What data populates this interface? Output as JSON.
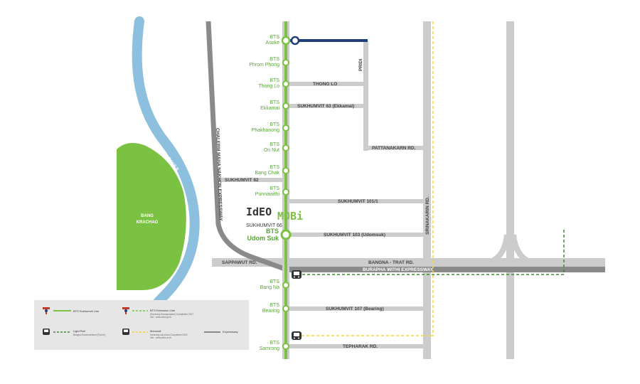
{
  "colors": {
    "bts": "#7cc242",
    "road": "#cccccc",
    "expressway": "#8a8a8a",
    "river": "#8cc0de",
    "park": "#7cc242",
    "mrt_yellow": "#f5d63a",
    "light_rail": "#3d8b2e",
    "blue_line": "#1f3e7a"
  },
  "stations": [
    {
      "line1": "BTS",
      "line2": "Asoke"
    },
    {
      "line1": "BTS",
      "line2": "Phrom Phong"
    },
    {
      "line1": "BTS",
      "line2": "Thong Lo"
    },
    {
      "line1": "BTS",
      "line2": "Ekkamai"
    },
    {
      "line1": "BTS",
      "line2": "Phakhanong"
    },
    {
      "line1": "BTS",
      "line2": "On Nut"
    },
    {
      "line1": "BTS",
      "line2": "Bang Chak"
    },
    {
      "line1": "BTS",
      "line2": "Punnawithi"
    },
    {
      "line1": "BTS",
      "line2": "Udom Suk"
    },
    {
      "line1": "BTS",
      "line2": "Bang Na"
    },
    {
      "line1": "BTS",
      "line2": "Bearing"
    },
    {
      "line1": "BTS",
      "line2": "Samrong"
    }
  ],
  "roads": {
    "thong_lo": "THONG LO",
    "sukhumvit63": "SUKHUMVIT 63 (Ekkamai)",
    "pridi": "PRIDI",
    "pattanakarn": "PATTANAKARN RD.",
    "sukhumvit62": "SUKHUMVIT 62",
    "sukhumvit101": "SUKHUMVIT 101/1",
    "sukhumvit103": "SUKHUMVIT 103 (Udomsuk)",
    "srinakarin": "SRINAKARIN RD.",
    "bangna_trat": "BANGNA - TRAT RD.",
    "burapha": "BURAPHA WITHI EXPRESSWAY",
    "sappawut": "SAPPAWUT RD.",
    "sukhumvit107": "SUKHUMVIT 107 (Bearing)",
    "tepharak": "TEPHARAK RD.",
    "chalerm": "CHALERM MAHA NAKHON EXPRESSWAY"
  },
  "areas": {
    "bang_krachao_1": "BANG",
    "bang_krachao_2": "KRACHAO",
    "river": "CHAO PHRAYA RIVER"
  },
  "project": {
    "brand_part1": "IdEO",
    "brand_part2": "MOBi",
    "sub": "SUKHUMVIT 66"
  },
  "legend": {
    "bts_sukhumvit": "BTS Sukhumvit Line",
    "bts_extension": "BTS Extension Line",
    "bts_extension_sub1": "(Samrong-Samutprakarn) Completion 2017",
    "bts_extension_sub2": "Info : www.mrta.go.th",
    "light_rail": "Light Rail",
    "light_rail_sub": "Bangna-Suvarnabhumi (Future)",
    "monorail": "Monorail",
    "monorail_sub1": "Samrong-Lat phrao Completion 2019",
    "monorail_sub2": "Info : www.mrta.co.th",
    "expressway": "Expressway"
  }
}
